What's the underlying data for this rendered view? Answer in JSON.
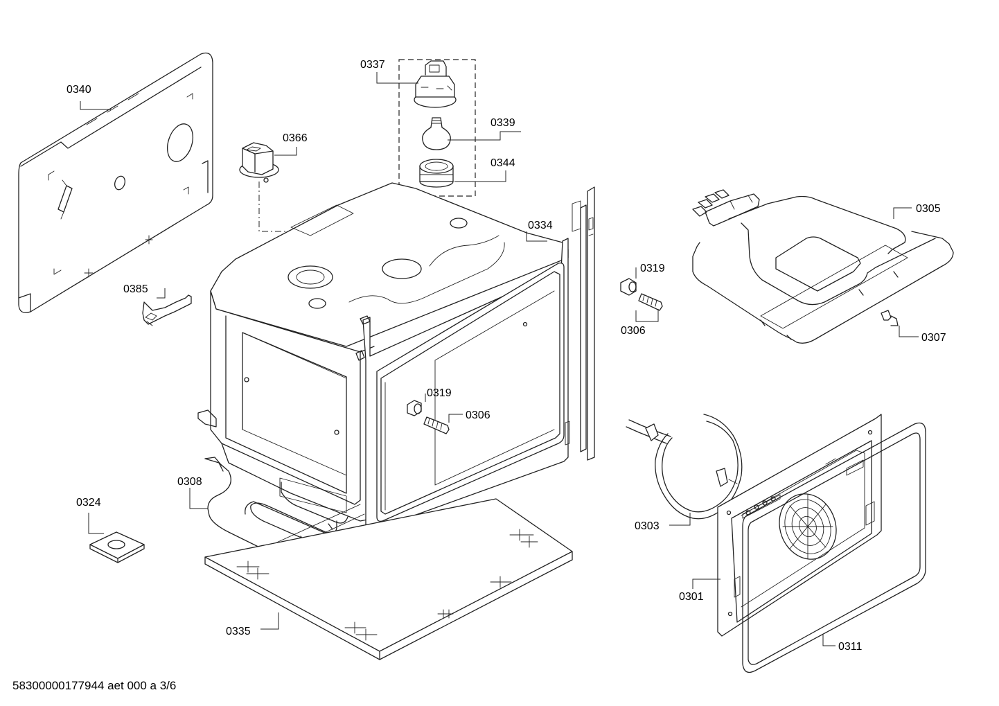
{
  "diagram": {
    "part_labels": {
      "p0337": "0337",
      "p0339": "0339",
      "p0344": "0344",
      "p0340": "0340",
      "p0366": "0366",
      "p0334": "0334",
      "p0305": "0305",
      "p0319a": "0319",
      "p0306a": "0306",
      "p0307": "0307",
      "p0385": "0385",
      "p0319b": "0319",
      "p0306b": "0306",
      "p0308": "0308",
      "p0324": "0324",
      "p0303": "0303",
      "p0301": "0301",
      "p0335": "0335",
      "p0311": "0311"
    },
    "footer": "58300000177944 aet 000 a 3/6"
  }
}
